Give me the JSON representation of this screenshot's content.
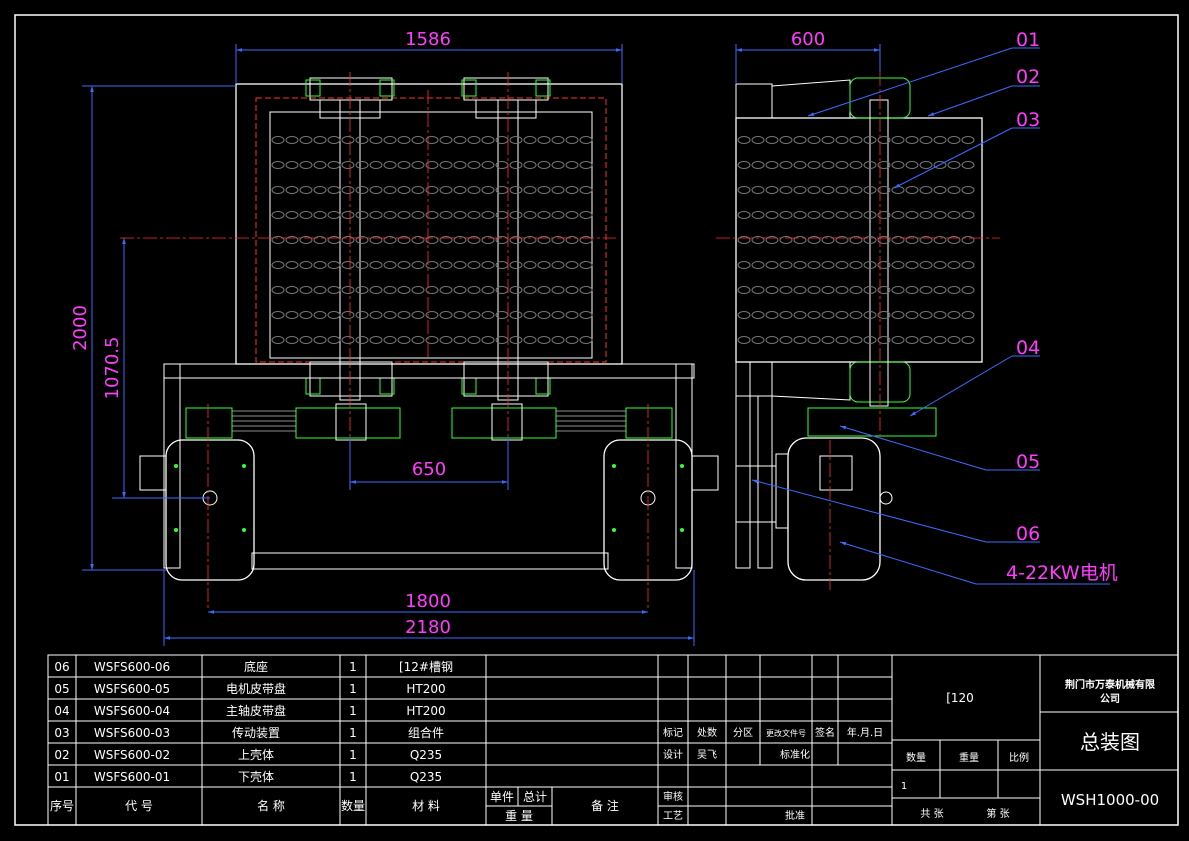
{
  "dimensions": {
    "front_width": "1586",
    "side_width": "600",
    "total_height": "2000",
    "center_height": "1070.5",
    "pulley_spacing": "650",
    "motor_spacing": "1800",
    "base_width": "2180"
  },
  "callouts": [
    "01",
    "02",
    "03",
    "04",
    "05",
    "06"
  ],
  "motor_label": "4-22KW电机",
  "bom": {
    "rows": [
      {
        "no": "06",
        "code": "WSFS600-06",
        "name": "底座",
        "qty": "1",
        "material": "[12#槽钢"
      },
      {
        "no": "05",
        "code": "WSFS600-05",
        "name": "电机皮带盘",
        "qty": "1",
        "material": "HT200"
      },
      {
        "no": "04",
        "code": "WSFS600-04",
        "name": "主轴皮带盘",
        "qty": "1",
        "material": "HT200"
      },
      {
        "no": "03",
        "code": "WSFS600-03",
        "name": "传动装置",
        "qty": "1",
        "material": "组合件"
      },
      {
        "no": "02",
        "code": "WSFS600-02",
        "name": "上壳体",
        "qty": "1",
        "material": "Q235"
      },
      {
        "no": "01",
        "code": "WSFS600-01",
        "name": "下壳体",
        "qty": "1",
        "material": "Q235"
      }
    ],
    "header": {
      "no": "序号",
      "code": "代 号",
      "name": "名 称",
      "qty": "数量",
      "material": "材 料",
      "unit": "单件",
      "total": "总计",
      "weight": "重 量",
      "note": "备 注"
    }
  },
  "title_block": {
    "material_code": "[120",
    "company": "荆门市万泰机械有限公司",
    "drawing_title": "总装图",
    "drawing_number": "WSH1000-00",
    "rev_mark": "标记",
    "rev_count": "处数",
    "rev_zone": "分区",
    "rev_doc": "更改文件号",
    "rev_sign": "签名",
    "rev_date": "年.月.日",
    "design": "设计",
    "designer": "吴飞",
    "standard": "标准化",
    "check": "审核",
    "process": "工艺",
    "approve": "批准",
    "stage": "数量",
    "weight": "重量",
    "scale": "比例",
    "stage_value": "1",
    "sheets_total": "共 张",
    "sheet_no": "第 张"
  }
}
